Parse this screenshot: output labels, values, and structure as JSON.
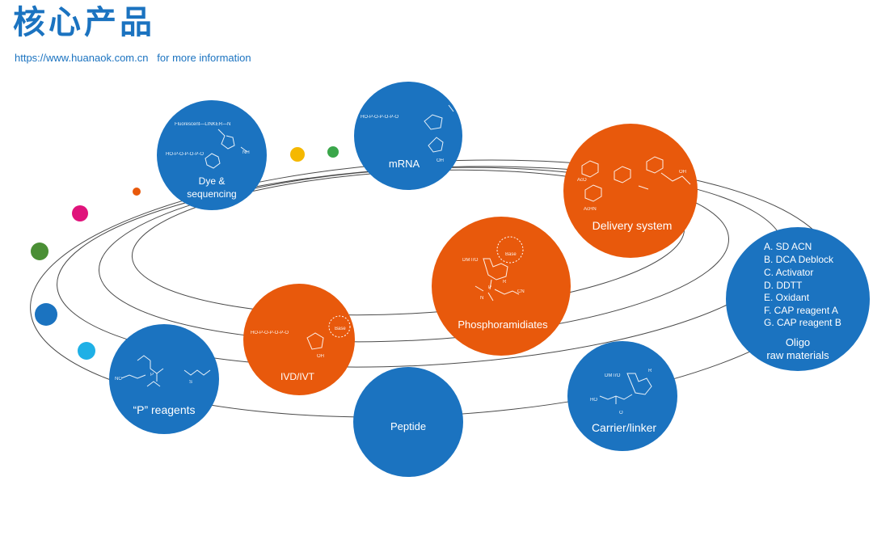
{
  "header": {
    "title": "核心产品",
    "subtitle": "https://www.huanaok.com.cn   for more information"
  },
  "colors": {
    "blue": "#1b73c0",
    "orange": "#e8590c",
    "orbit": "#4a4a4a"
  },
  "products": {
    "dye": {
      "label1": "Dye &",
      "label2": "sequencing"
    },
    "mrna": {
      "label": "mRNA"
    },
    "delivery": {
      "label": "Delivery system"
    },
    "phosphoramidiates": {
      "label": "Phosphoramidiates"
    },
    "ivd": {
      "label": "IVD/IVT"
    },
    "preagents": {
      "label": "“P” reagents"
    },
    "peptide": {
      "label": "Peptide"
    },
    "carrier": {
      "label": "Carrier/linker"
    },
    "oligo": {
      "items": [
        "A.  SD ACN",
        "B.  DCA  Deblock",
        "C.  Activator",
        "D.  DDTT",
        "E.  Oxidant",
        "F.  CAP reagent A",
        "G.  CAP reagent B"
      ],
      "label1": "Oligo",
      "label2": "raw materials"
    }
  },
  "chem_text": {
    "base": "Base",
    "dmtro": "DMTrO",
    "r": "R",
    "oh": "OH",
    "ho": "HO",
    "cn": "CN",
    "nc": "NC",
    "p": "P",
    "o": "O",
    "s": "S",
    "n": "N",
    "achn": "AcHN",
    "aco": "AcO",
    "fluor": "Fluorescent—LINKER—N",
    "nh": "NH",
    "phosphates": "HO-P-O-P-O-P-O"
  }
}
